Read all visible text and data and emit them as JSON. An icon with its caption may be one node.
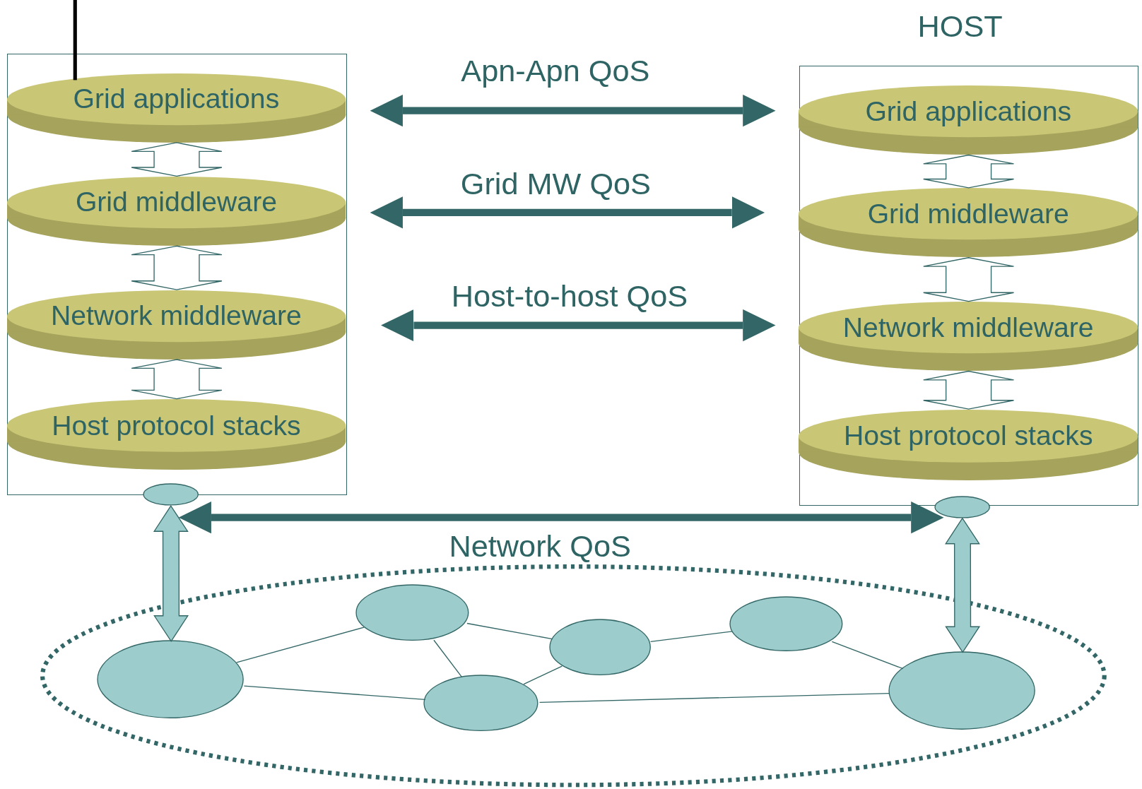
{
  "diagram": {
    "nodes": [
      {
        "text": [],
        "shape": "box"
      },
      {
        "text": [
          "Grid applications"
        ],
        "in": 0
      },
      {
        "text": [
          "Grid middleware"
        ],
        "in": 0
      },
      {
        "text": [
          "Network middleware"
        ],
        "in": 0
      },
      {
        "text": [
          "Host protocol stacks"
        ],
        "in": 0
      },
      {
        "text": [
          "HOST"
        ]
      },
      {
        "text": [
          "Grid applications"
        ],
        "in": 5
      },
      {
        "text": [
          "Grid middleware"
        ],
        "in": 5
      },
      {
        "text": [
          "Network middleware"
        ],
        "in": 5
      },
      {
        "text": [
          "Host protocol stacks"
        ],
        "in": 5
      },
      {
        "text": [],
        "shape": "circle"
      },
      {
        "text": [],
        "shape": "circle"
      },
      {
        "text": [],
        "shape": "circle"
      },
      {
        "text": [],
        "shape": "circle",
        "in": 12
      },
      {
        "text": [],
        "shape": "circle",
        "in": 12
      },
      {
        "text": [],
        "shape": "circle",
        "in": 12
      },
      {
        "text": [],
        "shape": "circle",
        "in": 12
      },
      {
        "text": [],
        "shape": "circle",
        "in": 12
      },
      {
        "text": [],
        "shape": "circle",
        "in": 12
      }
    ],
    "edges": [
      {
        "from": null,
        "to": 1,
        "arrow": "none",
        "style": "thick",
        "color": "#000000"
      },
      {
        "from": 1,
        "to": 2,
        "arrow": "both"
      },
      {
        "from": 2,
        "to": 3,
        "arrow": "both"
      },
      {
        "from": 3,
        "to": 4,
        "arrow": "both"
      },
      {
        "from": 6,
        "to": 7,
        "arrow": "both"
      },
      {
        "from": 7,
        "to": 8,
        "arrow": "both"
      },
      {
        "from": 8,
        "to": 9,
        "arrow": "both"
      },
      {
        "from": 1,
        "to": 6,
        "arrow": "both",
        "style": "thick",
        "label": "Apn-Apn QoS"
      },
      {
        "from": 2,
        "to": 7,
        "arrow": "both",
        "style": "thick",
        "label": "Grid MW QoS"
      },
      {
        "from": 3,
        "to": 8,
        "arrow": "both",
        "style": "thick",
        "label": "Host-to-host QoS"
      },
      {
        "from": 10,
        "to": 11,
        "arrow": "both",
        "style": "thick",
        "label": "Network QoS"
      },
      {
        "from": 10,
        "to": 13,
        "arrow": "both",
        "style": "thick",
        "color": "#9ccccc"
      },
      {
        "from": 11,
        "to": 18,
        "arrow": "both",
        "style": "thick",
        "color": "#9ccccc"
      },
      {
        "from": 13,
        "to": 14,
        "arrow": "none"
      },
      {
        "from": 13,
        "to": 15,
        "arrow": "none"
      },
      {
        "from": 14,
        "to": 16,
        "arrow": "none"
      },
      {
        "from": 14,
        "to": 15,
        "arrow": "none"
      },
      {
        "from": 15,
        "to": 16,
        "arrow": "none"
      },
      {
        "from": 16,
        "to": 17,
        "arrow": "none"
      },
      {
        "from": 17,
        "to": 18,
        "arrow": "none"
      },
      {
        "from": 15,
        "to": 18,
        "arrow": "none"
      }
    ]
  }
}
